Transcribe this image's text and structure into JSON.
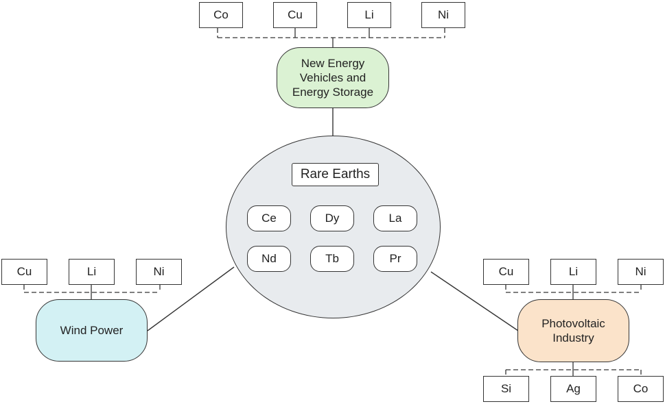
{
  "center": {
    "title": "Rare Earths",
    "elements": [
      "Ce",
      "Dy",
      "La",
      "Nd",
      "Tb",
      "Pr"
    ]
  },
  "sectors": {
    "nev": {
      "label": "New Energy\nVehicles and\nEnergy Storage",
      "color": "#dbf2d3",
      "materials": [
        "Co",
        "Cu",
        "Li",
        "Ni"
      ]
    },
    "wind": {
      "label": "Wind Power",
      "color": "#d3f1f4",
      "materials": [
        "Cu",
        "Li",
        "Ni"
      ]
    },
    "pv": {
      "label": "Photovoltaic\nIndustry",
      "color": "#fbe3ca",
      "materials_top": [
        "Cu",
        "Li",
        "Ni"
      ],
      "materials_bottom": [
        "Si",
        "Ag",
        "Co"
      ]
    }
  }
}
